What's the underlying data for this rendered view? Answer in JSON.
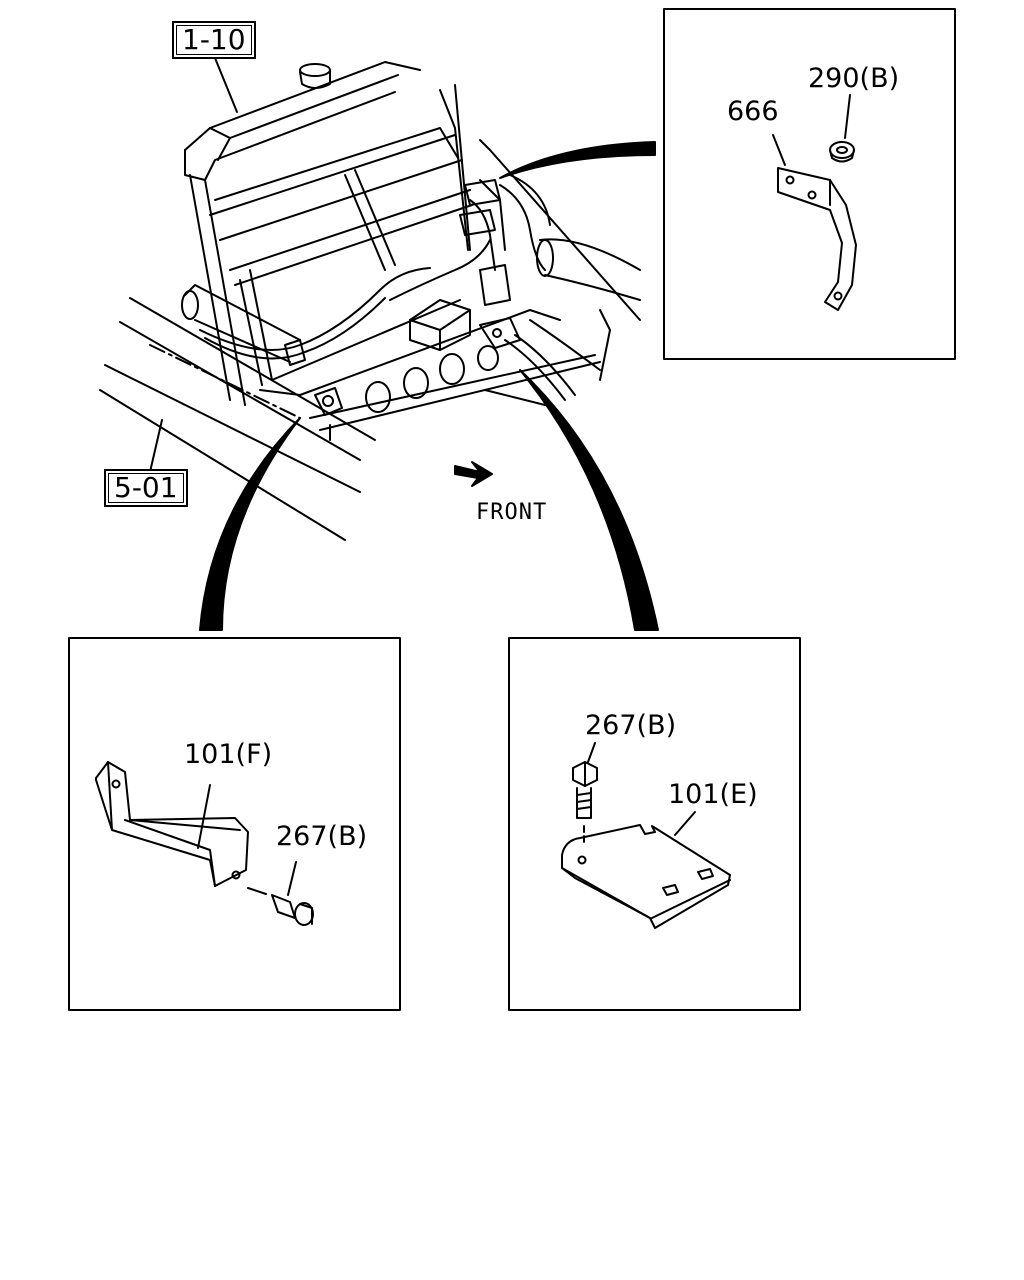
{
  "refs": {
    "ref_1_10": "1-10",
    "ref_5_01": "5-01"
  },
  "direction_label": "FRONT",
  "callouts": {
    "top_right": {
      "part_a": "666",
      "part_b": "290(B)"
    },
    "bottom_left": {
      "part_a": "101(F)",
      "part_b": "267(B)"
    },
    "bottom_right": {
      "part_a": "267(B)",
      "part_b": "101(E)"
    }
  }
}
